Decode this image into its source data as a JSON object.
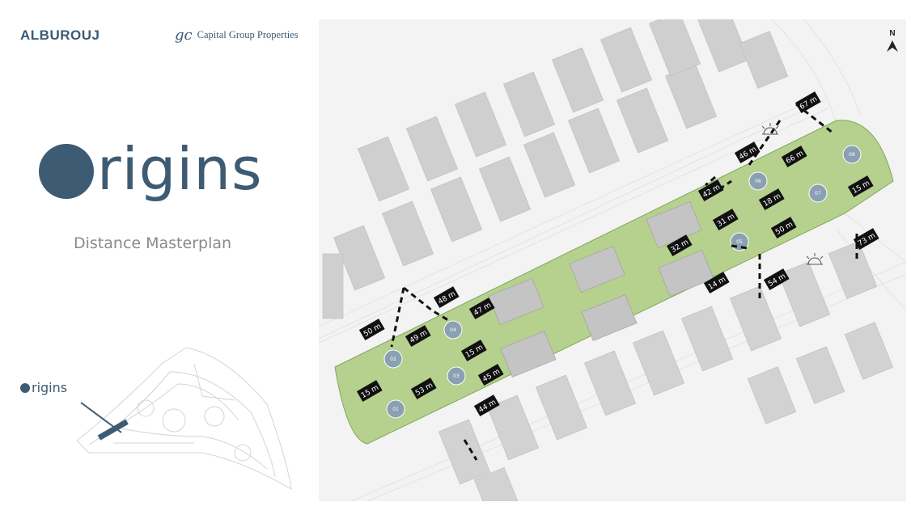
{
  "header": {
    "brand": "ALBUROUJ",
    "partner_logo": "gc",
    "partner_name": "Capital Group Properties"
  },
  "title": {
    "text": "rigins",
    "subtitle": "Distance Masterplan"
  },
  "mini_map": {
    "label": "rigins"
  },
  "compass": {
    "label": "N"
  },
  "distances": [
    "67 m",
    "46 m",
    "66 m",
    "42 m",
    "18 m",
    "15 m",
    "31 m",
    "50 m",
    "32 m",
    "73 m",
    "14 m",
    "54 m",
    "48 m",
    "47 m",
    "50 m",
    "49 m",
    "15 m",
    "15 m",
    "53 m",
    "45 m",
    "44 m"
  ],
  "towers": [
    "01",
    "02",
    "03",
    "04",
    "05",
    "06",
    "07",
    "08"
  ],
  "colors": {
    "brand": "#3e5b74",
    "park": "#a9c97a",
    "building": "#c8c8c8",
    "label_bg": "#111111"
  }
}
